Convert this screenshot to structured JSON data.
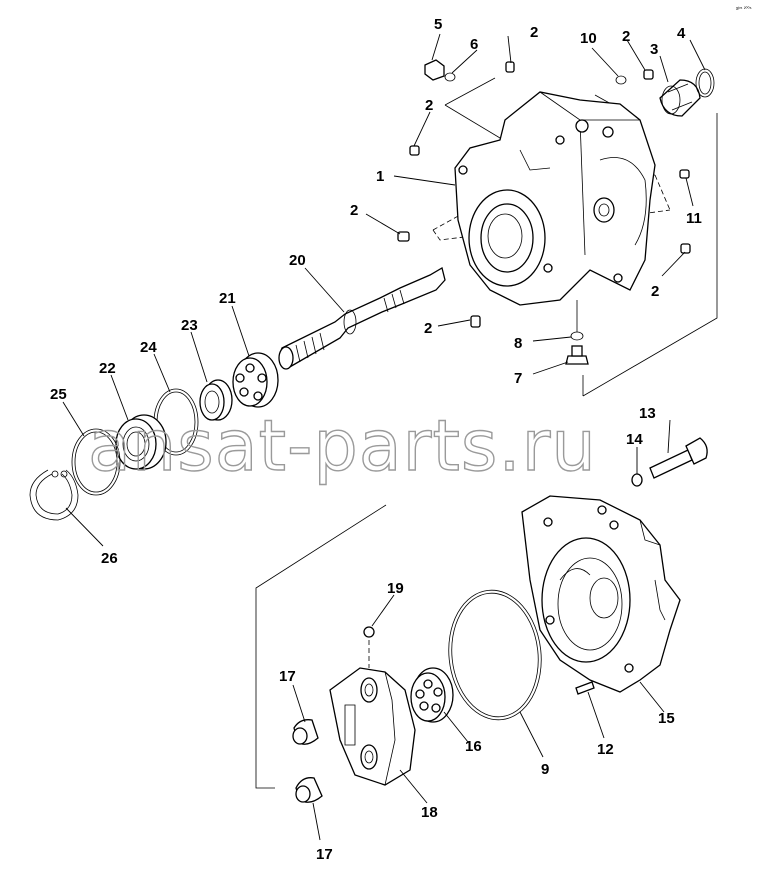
{
  "corner_mark": "sᵇ⁵ ²⁰⁰⁶",
  "watermark": "ansat-parts.ru",
  "callouts": [
    {
      "id": "c1",
      "label": "1"
    },
    {
      "id": "c2a",
      "label": "2"
    },
    {
      "id": "c2b",
      "label": "2"
    },
    {
      "id": "c2c",
      "label": "2"
    },
    {
      "id": "c2d",
      "label": "2"
    },
    {
      "id": "c2e",
      "label": "2"
    },
    {
      "id": "c2f",
      "label": "2"
    },
    {
      "id": "c3",
      "label": "3"
    },
    {
      "id": "c4",
      "label": "4"
    },
    {
      "id": "c5",
      "label": "5"
    },
    {
      "id": "c6",
      "label": "6"
    },
    {
      "id": "c7",
      "label": "7"
    },
    {
      "id": "c8",
      "label": "8"
    },
    {
      "id": "c9",
      "label": "9"
    },
    {
      "id": "c10",
      "label": "10"
    },
    {
      "id": "c11",
      "label": "11"
    },
    {
      "id": "c12",
      "label": "12"
    },
    {
      "id": "c13",
      "label": "13"
    },
    {
      "id": "c14",
      "label": "14"
    },
    {
      "id": "c15",
      "label": "15"
    },
    {
      "id": "c16",
      "label": "16"
    },
    {
      "id": "c17a",
      "label": "17"
    },
    {
      "id": "c17b",
      "label": "17"
    },
    {
      "id": "c18",
      "label": "18"
    },
    {
      "id": "c19",
      "label": "19"
    },
    {
      "id": "c20",
      "label": "20"
    },
    {
      "id": "c21",
      "label": "21"
    },
    {
      "id": "c22",
      "label": "22"
    },
    {
      "id": "c23",
      "label": "23"
    },
    {
      "id": "c24",
      "label": "24"
    },
    {
      "id": "c25",
      "label": "25"
    },
    {
      "id": "c26",
      "label": "26"
    }
  ]
}
